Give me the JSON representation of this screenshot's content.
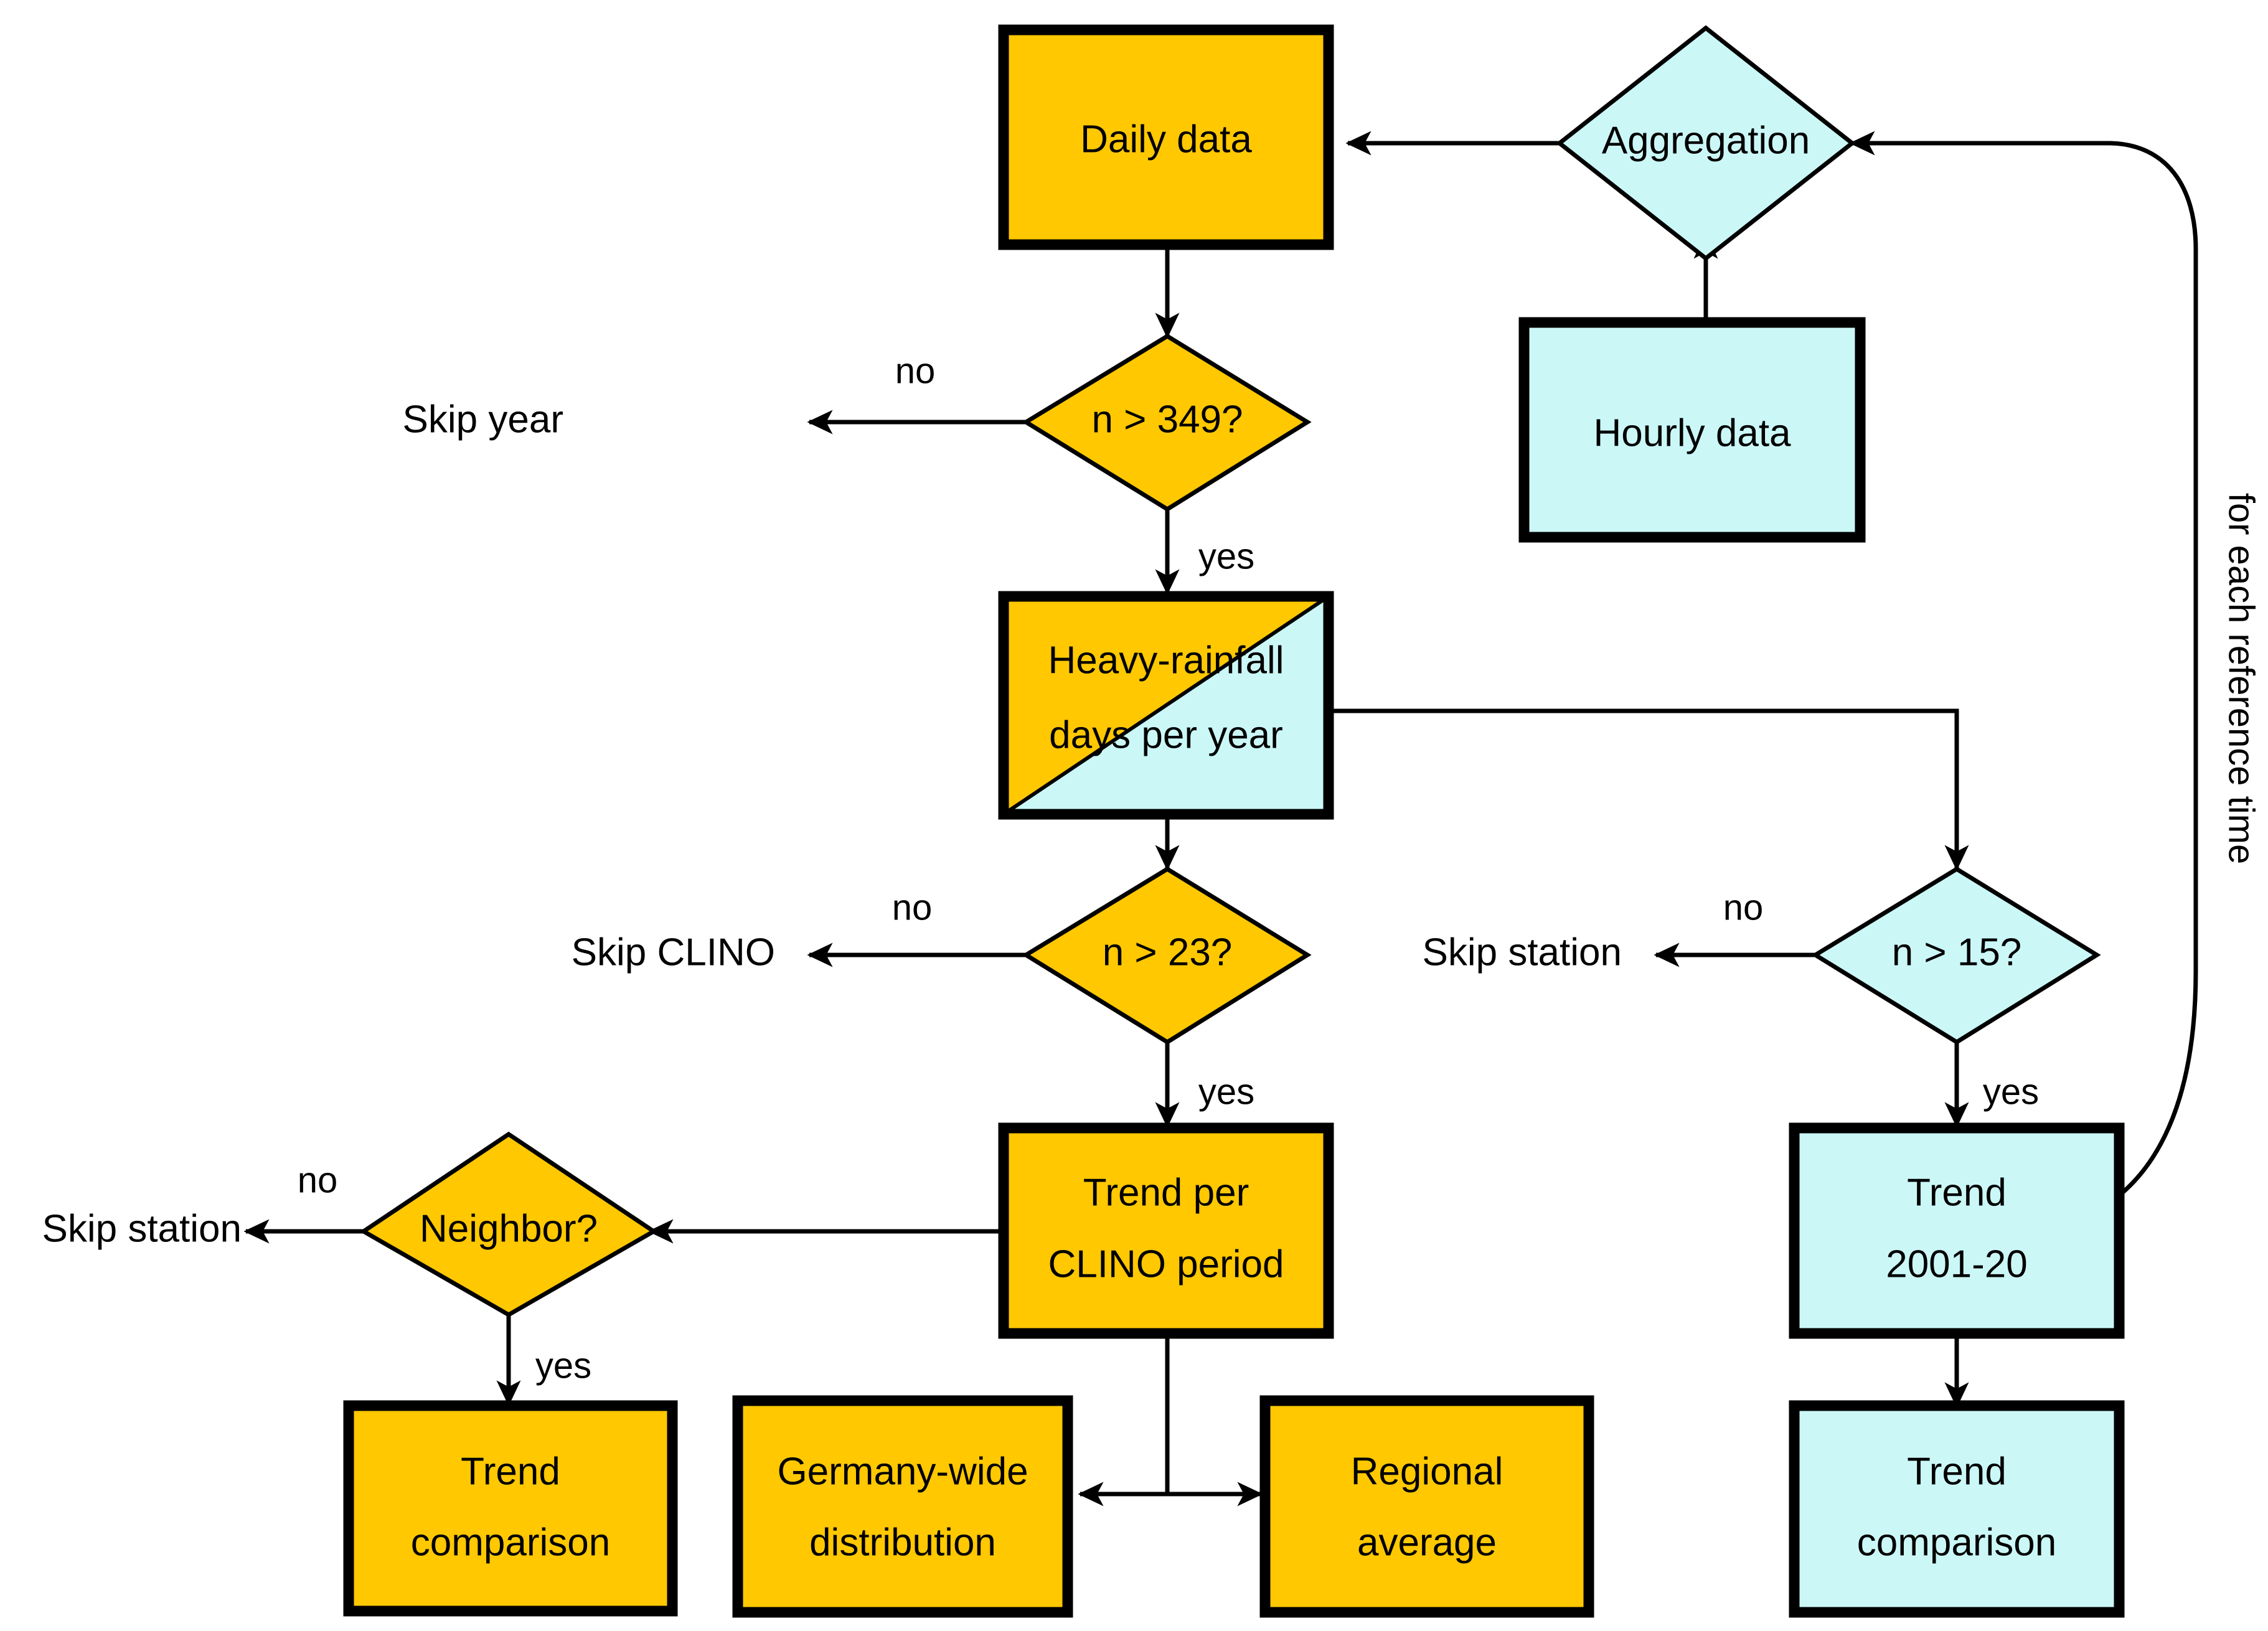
{
  "diagram": {
    "title": "Heavy-rainfall day trend analysis workflow",
    "colors": {
      "gold": "#FFC800",
      "cyan": "#CBF7F7",
      "stroke": "#000000",
      "background": "#FFFFFF"
    },
    "nodes": [
      {
        "id": "daily-data",
        "label": "Daily data",
        "shape": "process",
        "fill": "gold",
        "border": "thick"
      },
      {
        "id": "aggregation",
        "label": "Aggregation",
        "shape": "decision",
        "fill": "cyan",
        "border": "thin"
      },
      {
        "id": "hourly-data",
        "label": "Hourly data",
        "shape": "process",
        "fill": "cyan",
        "border": "thick"
      },
      {
        "id": "n-gt-349",
        "label": "n > 349?",
        "shape": "decision",
        "fill": "gold",
        "border": "thin"
      },
      {
        "id": "heavy-rainfall-days",
        "label_line1": "Heavy-rainfall",
        "label_line2": "days per year",
        "shape": "process-split",
        "fill": "gold-cyan",
        "border": "thick"
      },
      {
        "id": "n-gt-23",
        "label": "n > 23?",
        "shape": "decision",
        "fill": "gold",
        "border": "thin"
      },
      {
        "id": "n-gt-15",
        "label": "n > 15?",
        "shape": "decision",
        "fill": "cyan",
        "border": "thin"
      },
      {
        "id": "neighbor",
        "label": "Neighbor?",
        "shape": "decision",
        "fill": "gold",
        "border": "thin"
      },
      {
        "id": "trend-per-clino",
        "label_line1": "Trend per",
        "label_line2": "CLINO period",
        "shape": "process",
        "fill": "gold",
        "border": "thick"
      },
      {
        "id": "trend-2001-20",
        "label_line1": "Trend",
        "label_line2": "2001-20",
        "shape": "process",
        "fill": "cyan",
        "border": "thick"
      },
      {
        "id": "trend-comparison-left",
        "label_line1": "Trend",
        "label_line2": "comparison",
        "shape": "process",
        "fill": "gold",
        "border": "thick"
      },
      {
        "id": "germany-wide",
        "label_line1": "Germany-wide",
        "label_line2": "distribution",
        "shape": "process",
        "fill": "gold",
        "border": "thick"
      },
      {
        "id": "regional-average",
        "label_line1": "Regional",
        "label_line2": "average",
        "shape": "process",
        "fill": "gold",
        "border": "thick"
      },
      {
        "id": "trend-comparison-right",
        "label_line1": "Trend",
        "label_line2": "comparison",
        "shape": "process",
        "fill": "cyan",
        "border": "thick"
      }
    ],
    "terminals": [
      {
        "id": "skip-year",
        "label": "Skip year"
      },
      {
        "id": "skip-clino",
        "label": "Skip CLINO"
      },
      {
        "id": "skip-station-right",
        "label": "Skip station"
      },
      {
        "id": "skip-station-left",
        "label": "Skip station"
      }
    ],
    "edge_labels": [
      {
        "id": "no-349",
        "label": "no"
      },
      {
        "id": "yes-349",
        "label": "yes"
      },
      {
        "id": "no-23",
        "label": "no"
      },
      {
        "id": "yes-23",
        "label": "yes"
      },
      {
        "id": "no-15",
        "label": "no"
      },
      {
        "id": "yes-15",
        "label": "yes"
      },
      {
        "id": "no-neighbor",
        "label": "no"
      },
      {
        "id": "yes-neighbor",
        "label": "yes"
      },
      {
        "id": "loop-back",
        "label": "for each reference time"
      }
    ]
  }
}
